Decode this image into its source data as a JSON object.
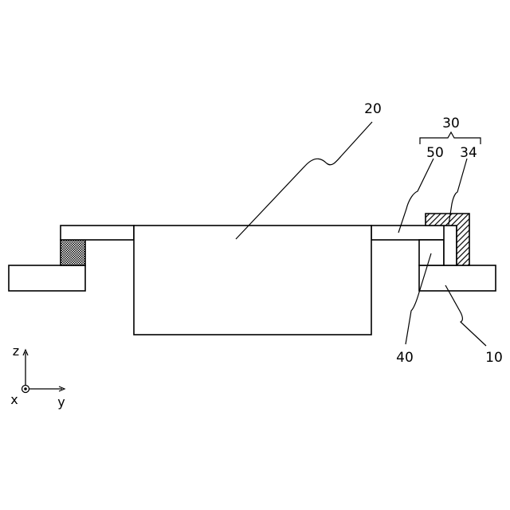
{
  "figure": {
    "background": "#ffffff",
    "line_color": "#000000",
    "labels": {
      "body": "20",
      "assembly": "30",
      "assembly_part_a": "50",
      "assembly_part_b": "34",
      "spacer": "40",
      "base": "10"
    },
    "axes": {
      "vertical": "z",
      "horizontal": "y",
      "out_of_plane": "x"
    },
    "fills": {
      "left_block": "crosshatch",
      "member_34": "diagonal-hatch"
    }
  }
}
